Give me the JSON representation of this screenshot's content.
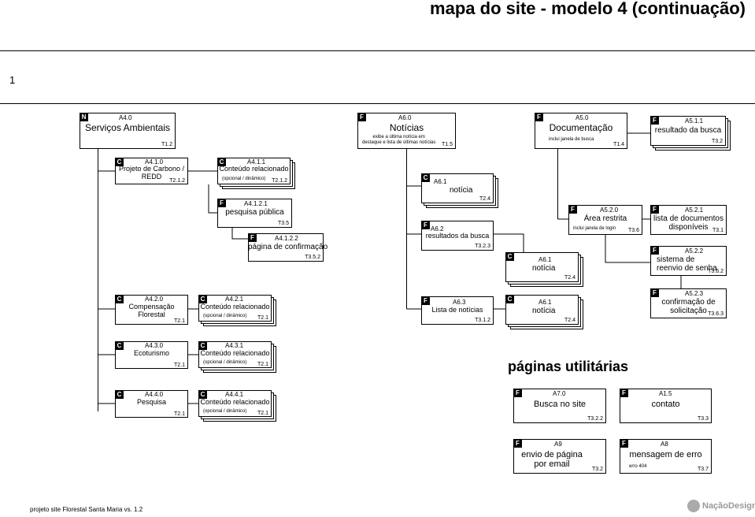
{
  "title": "mapa do site - modelo 4 (continuação)",
  "band_number": "1",
  "utilities_title": "páginas utilitárias",
  "footer": "projeto site Florestal Santa Maria vs. 1.2",
  "logo_text": "NaçãoDesign",
  "nodes": {
    "a40": {
      "type": "N",
      "code": "A4.0",
      "name": "Serviços Ambientais",
      "template": "T1.2"
    },
    "a60": {
      "type": "F",
      "code": "A6.0",
      "name": "Notícias",
      "note": "exibe a última notícia em\ndestaque e lista de últimas notícias",
      "template": "T1.5"
    },
    "a50": {
      "type": "F",
      "code": "A5.0",
      "name": "Documentação",
      "note": "inclui janela de busca",
      "template": "T1.4"
    },
    "a511": {
      "type": "F",
      "code": "A5.1.1",
      "name": "resultado da busca",
      "template": "T3.2"
    },
    "a410": {
      "type": "C",
      "code": "A4.1.0",
      "name": "Projeto de Carbono /\nREDD",
      "template": "T2.1.2"
    },
    "a411": {
      "type": "C",
      "code": "A4.1.1",
      "name": "Conteúdo relacionado",
      "note": "(opcional / dinâmico)",
      "template": "T2.1.2"
    },
    "a4121": {
      "type": "F",
      "code": "A4.1.2.1",
      "name": "pesquisa pública",
      "template": "T3.5"
    },
    "a4122": {
      "type": "F",
      "code": "A4.1.2.2",
      "name": "página de confirmação",
      "template": "T3.5.2"
    },
    "a61": {
      "type": "C",
      "code": "A6.1",
      "name": "notícia",
      "template": "T2.4"
    },
    "a62": {
      "type": "F",
      "code": "A6.2",
      "name": "resultados da busca",
      "template": "T3.2.3"
    },
    "a61b": {
      "type": "C",
      "code": "A6.1",
      "name": "notícia",
      "template": "T2.4"
    },
    "a520": {
      "type": "F",
      "code": "A5.2.0",
      "name": "Área restrita",
      "note": "inclui janela de login",
      "template": "T3.6"
    },
    "a521": {
      "type": "F",
      "code": "A5.2.1",
      "name": "lista de documentos\ndisponíveis",
      "template": "T3.1"
    },
    "a522": {
      "type": "F",
      "code": "A5.2.2",
      "name": "sistema de\nreenvio de senha",
      "template": "T3.6.2"
    },
    "a523": {
      "type": "F",
      "code": "A5.2.3",
      "name": "confirmação de\nsolicitação",
      "template": "T3.6.3"
    },
    "a420": {
      "type": "C",
      "code": "A4.2.0",
      "name": "Compensação\nFlorestal",
      "template": "T2.1"
    },
    "a421": {
      "type": "C",
      "code": "A4.2.1",
      "name": "Conteúdo relacionado",
      "note": "(opcional / dinâmico)",
      "template": "T2.1"
    },
    "a63": {
      "type": "F",
      "code": "A6.3",
      "name": "Lista de notícias",
      "template": "T3.1.2"
    },
    "a61c": {
      "type": "C",
      "code": "A6.1",
      "name": "notícia",
      "template": "T2.4"
    },
    "a430": {
      "type": "C",
      "code": "A4.3.0",
      "name": "Ecoturismo",
      "template": "T2.1"
    },
    "a431": {
      "type": "C",
      "code": "A4.3.1",
      "name": "Conteúdo relacionado",
      "note": "(opcional / dinâmico)",
      "template": "T2.1"
    },
    "a440": {
      "type": "C",
      "code": "A4.4.0",
      "name": "Pesquisa",
      "template": "T2.1"
    },
    "a441": {
      "type": "C",
      "code": "A4.4.1",
      "name": "Conteúdo relacionado",
      "note": "(opcional / dinâmico)",
      "template": "T2.1"
    },
    "a70": {
      "type": "F",
      "code": "A7.0",
      "name": "Busca no site",
      "template": "T3.2.2"
    },
    "a15": {
      "type": "F",
      "code": "A1.5",
      "name": "contato",
      "template": "T3.3"
    },
    "a9": {
      "type": "F",
      "code": "A9",
      "name": "envio de página\npor email",
      "template": "T3.2"
    },
    "a8": {
      "type": "F",
      "code": "A8",
      "name": "mensagem de erro",
      "note": "erro 404",
      "template": "T3.7"
    }
  }
}
